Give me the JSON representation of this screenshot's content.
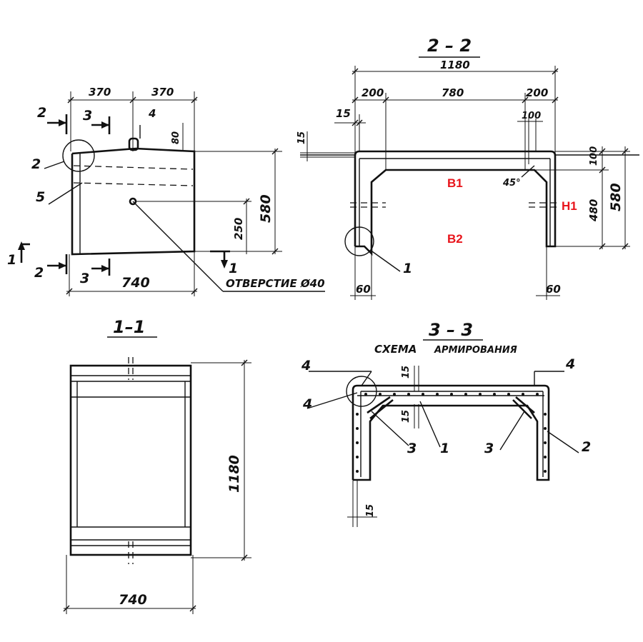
{
  "view_plan": {
    "dims": {
      "top_left": "370",
      "top_right": "370",
      "bottom": "740",
      "height_right": "580",
      "hole_height": "250",
      "small_80": "80"
    },
    "section_marks": {
      "m2_top": "2",
      "m3_top": "3",
      "m4_top": "4",
      "m2_left": "2",
      "m5_left": "5",
      "m1_left": "1",
      "m2_bottom": "2",
      "m3_bottom": "3",
      "m1_right": "1"
    },
    "hole_label": "ОТВЕРСТИЕ Ø40"
  },
  "section_2_2": {
    "title": "2 – 2",
    "dims": {
      "overall": "1180",
      "left": "200",
      "middle": "780",
      "right": "200",
      "d15_top": "15",
      "d15_left": "15",
      "d100_top": "100",
      "d100_right": "100",
      "angle": "45°",
      "d480": "480",
      "d580": "580",
      "d60_left": "60",
      "d60_right": "60"
    },
    "callout": "1",
    "annotations": {
      "b1": "B1",
      "b2": "B2",
      "h1": "H1"
    }
  },
  "section_1_1": {
    "title": "1–1",
    "dims": {
      "height": "1180",
      "width": "740"
    }
  },
  "section_3_3": {
    "title": "3 – 3",
    "subtitle_left": "СХЕМА",
    "subtitle_right": "АРМИРОВАНИЯ",
    "dims": {
      "d15_top": "15",
      "d15_mid": "15",
      "d15_bottom": "15"
    },
    "callouts": {
      "c4_top_left": "4",
      "c4_mid_left": "4",
      "c4_right": "4",
      "c3_left": "3",
      "c1": "1",
      "c3_right": "3",
      "c2": "2"
    }
  }
}
